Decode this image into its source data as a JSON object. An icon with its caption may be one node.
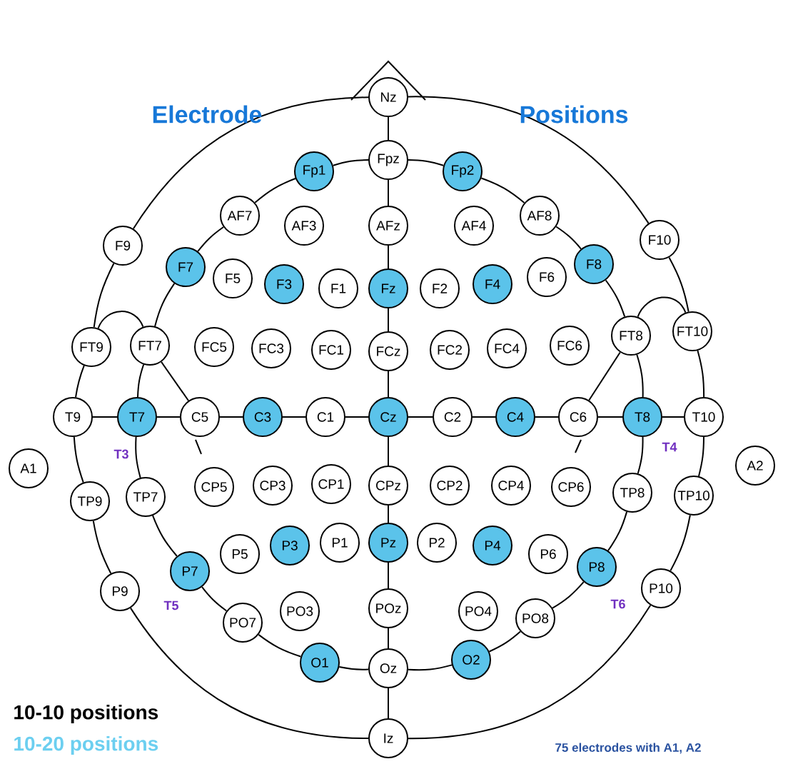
{
  "diagram": {
    "nodes": [
      {
        "text": [
          "Nz"
        ]
      },
      {
        "text": [
          "Fp1"
        ]
      },
      {
        "text": [
          "Fpz"
        ]
      },
      {
        "text": [
          "Fp2"
        ]
      },
      {
        "text": [
          "AF7"
        ]
      },
      {
        "text": [
          "AF3"
        ]
      },
      {
        "text": [
          "AFz"
        ]
      },
      {
        "text": [
          "AF4"
        ]
      },
      {
        "text": [
          "AF8"
        ]
      },
      {
        "text": [
          "F9"
        ]
      },
      {
        "text": [
          "F7"
        ]
      },
      {
        "text": [
          "F5"
        ]
      },
      {
        "text": [
          "F3"
        ]
      },
      {
        "text": [
          "F1"
        ]
      },
      {
        "text": [
          "Fz"
        ]
      },
      {
        "text": [
          "F2"
        ]
      },
      {
        "text": [
          "F4"
        ]
      },
      {
        "text": [
          "F6"
        ]
      },
      {
        "text": [
          "F8"
        ]
      },
      {
        "text": [
          "F10"
        ]
      },
      {
        "text": [
          "FT9"
        ]
      },
      {
        "text": [
          "FT7"
        ]
      },
      {
        "text": [
          "FC5"
        ]
      },
      {
        "text": [
          "FC3"
        ]
      },
      {
        "text": [
          "FC1"
        ]
      },
      {
        "text": [
          "FCz"
        ]
      },
      {
        "text": [
          "FC2"
        ]
      },
      {
        "text": [
          "FC4"
        ]
      },
      {
        "text": [
          "FC6"
        ]
      },
      {
        "text": [
          "FT8"
        ]
      },
      {
        "text": [
          "FT10"
        ]
      },
      {
        "text": [
          "T9"
        ]
      },
      {
        "text": [
          "T7"
        ],
        "beside": [
          "T3"
        ]
      },
      {
        "text": [
          "C5"
        ]
      },
      {
        "text": [
          "C3"
        ]
      },
      {
        "text": [
          "C1"
        ]
      },
      {
        "text": [
          "Cz"
        ]
      },
      {
        "text": [
          "C2"
        ]
      },
      {
        "text": [
          "C4"
        ]
      },
      {
        "text": [
          "C6"
        ]
      },
      {
        "text": [
          "T8"
        ],
        "beside": [
          "T4"
        ]
      },
      {
        "text": [
          "T10"
        ]
      },
      {
        "text": [
          "A1"
        ]
      },
      {
        "text": [
          "A2"
        ]
      },
      {
        "text": [
          "TP9"
        ]
      },
      {
        "text": [
          "TP7"
        ]
      },
      {
        "text": [
          "CP5"
        ]
      },
      {
        "text": [
          "CP3"
        ]
      },
      {
        "text": [
          "CP1"
        ]
      },
      {
        "text": [
          "CPz"
        ]
      },
      {
        "text": [
          "CP2"
        ]
      },
      {
        "text": [
          "CP4"
        ]
      },
      {
        "text": [
          "CP6"
        ]
      },
      {
        "text": [
          "TP8"
        ]
      },
      {
        "text": [
          "TP10"
        ]
      },
      {
        "text": [
          "P9"
        ]
      },
      {
        "text": [
          "P7"
        ],
        "beside": [
          "T5"
        ]
      },
      {
        "text": [
          "P5"
        ]
      },
      {
        "text": [
          "P3"
        ]
      },
      {
        "text": [
          "P1"
        ]
      },
      {
        "text": [
          "Pz"
        ]
      },
      {
        "text": [
          "P2"
        ]
      },
      {
        "text": [
          "P4"
        ]
      },
      {
        "text": [
          "P6"
        ]
      },
      {
        "text": [
          "P8"
        ],
        "beside": [
          "T6"
        ]
      },
      {
        "text": [
          "P10"
        ]
      },
      {
        "text": [
          "PO7"
        ]
      },
      {
        "text": [
          "PO3"
        ]
      },
      {
        "text": [
          "POz"
        ]
      },
      {
        "text": [
          "PO4"
        ]
      },
      {
        "text": [
          "PO8"
        ]
      },
      {
        "text": [
          "O1"
        ]
      },
      {
        "text": [
          "Oz"
        ]
      },
      {
        "text": [
          "O2"
        ]
      },
      {
        "text": [
          "Iz"
        ]
      }
    ],
    "edges": [
      {
        "from": 0,
        "to": 2,
        "arrow": "none"
      },
      {
        "from": 2,
        "to": 6,
        "arrow": "none"
      },
      {
        "from": 6,
        "to": 14,
        "arrow": "none"
      },
      {
        "from": 14,
        "to": 25,
        "arrow": "none"
      },
      {
        "from": 25,
        "to": 36,
        "arrow": "none"
      },
      {
        "from": 36,
        "to": 49,
        "arrow": "none"
      },
      {
        "from": 49,
        "to": 60,
        "arrow": "none"
      },
      {
        "from": 60,
        "to": 68,
        "arrow": "none"
      },
      {
        "from": 68,
        "to": 72,
        "arrow": "none"
      },
      {
        "from": 72,
        "to": 74,
        "arrow": "none"
      },
      {
        "from": 31,
        "to": 32,
        "arrow": "none"
      },
      {
        "from": 32,
        "to": 33,
        "arrow": "none"
      },
      {
        "from": 33,
        "to": 34,
        "arrow": "none"
      },
      {
        "from": 34,
        "to": 35,
        "arrow": "none"
      },
      {
        "from": 35,
        "to": 36,
        "arrow": "none"
      },
      {
        "from": 36,
        "to": 37,
        "arrow": "none"
      },
      {
        "from": 37,
        "to": 38,
        "arrow": "none"
      },
      {
        "from": 38,
        "to": 39,
        "arrow": "none"
      },
      {
        "from": 39,
        "to": 40,
        "arrow": "none"
      },
      {
        "from": 40,
        "to": 41,
        "arrow": "none"
      },
      {
        "from": 2,
        "to": 1,
        "arrow": "none"
      },
      {
        "from": 1,
        "to": 4,
        "arrow": "none"
      },
      {
        "from": 4,
        "to": 10,
        "arrow": "none"
      },
      {
        "from": 10,
        "to": 21,
        "arrow": "none"
      },
      {
        "from": 21,
        "to": 32,
        "arrow": "none"
      },
      {
        "from": 32,
        "to": 45,
        "arrow": "none"
      },
      {
        "from": 45,
        "to": 56,
        "arrow": "none"
      },
      {
        "from": 56,
        "to": 66,
        "arrow": "none"
      },
      {
        "from": 66,
        "to": 71,
        "arrow": "none"
      },
      {
        "from": 71,
        "to": 72,
        "arrow": "none"
      },
      {
        "from": 2,
        "to": 3,
        "arrow": "none"
      },
      {
        "from": 3,
        "to": 8,
        "arrow": "none"
      },
      {
        "from": 8,
        "to": 18,
        "arrow": "none"
      },
      {
        "from": 18,
        "to": 29,
        "arrow": "none"
      },
      {
        "from": 29,
        "to": 40,
        "arrow": "none"
      },
      {
        "from": 40,
        "to": 53,
        "arrow": "none"
      },
      {
        "from": 53,
        "to": 64,
        "arrow": "none"
      },
      {
        "from": 64,
        "to": 70,
        "arrow": "none"
      },
      {
        "from": 70,
        "to": 73,
        "arrow": "none"
      },
      {
        "from": 73,
        "to": 72,
        "arrow": "none"
      },
      {
        "from": 0,
        "to": 9,
        "arrow": "none"
      },
      {
        "from": 9,
        "to": 20,
        "arrow": "none"
      },
      {
        "from": 20,
        "to": 31,
        "arrow": "none"
      },
      {
        "from": 31,
        "to": 44,
        "arrow": "none"
      },
      {
        "from": 44,
        "to": 55,
        "arrow": "none"
      },
      {
        "from": 55,
        "to": 74,
        "arrow": "none"
      },
      {
        "from": 0,
        "to": 19,
        "arrow": "none"
      },
      {
        "from": 19,
        "to": 30,
        "arrow": "none"
      },
      {
        "from": 30,
        "to": 41,
        "arrow": "none"
      },
      {
        "from": 41,
        "to": 54,
        "arrow": "none"
      },
      {
        "from": 54,
        "to": 65,
        "arrow": "none"
      },
      {
        "from": 65,
        "to": 74,
        "arrow": "none"
      },
      {
        "from": 20,
        "to": 21,
        "arrow": "none"
      },
      {
        "from": 29,
        "to": 30,
        "arrow": "none"
      },
      {
        "from": 21,
        "to": 33,
        "arrow": "none"
      },
      {
        "from": 29,
        "to": 39,
        "arrow": "none"
      }
    ],
    "labels": [
      "Electrode",
      "Positions",
      "10-10 positions",
      "10-20 positions",
      "75 electrodes with A1, A2"
    ]
  }
}
